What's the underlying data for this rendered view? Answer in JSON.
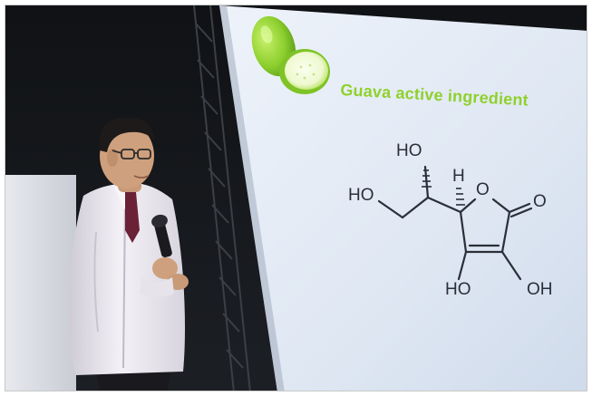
{
  "slide": {
    "title": "Guava active ingredient",
    "molecule_labels": {
      "ho_top": "HO",
      "h": "H",
      "o_ring": "O",
      "o_keto": "O",
      "ho_left": "HO",
      "ho_bottom": "HO",
      "oh_bottom": "OH"
    }
  },
  "colors": {
    "title_green": "#8fd12c",
    "slide_background": "#dfe7f3",
    "stage_background": "#16181c",
    "suit_white": "#eceaf0",
    "tie_maroon": "#6b2236",
    "chem_ink": "#2a2f38"
  },
  "icons": {
    "guava": "guava-fruit-icon",
    "microphone": "microphone-icon"
  }
}
